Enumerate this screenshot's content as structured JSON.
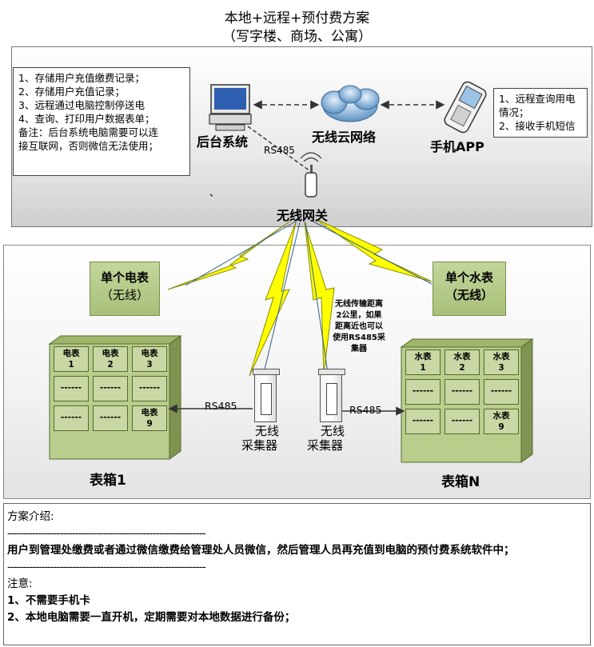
{
  "title": {
    "line1": "本地+远程+预付费方案",
    "line2": "（写字楼、商场、公寓）"
  },
  "top_panel": {
    "backend_notes": [
      "1、存储用户充值缴费记录；",
      "2、存储用户充值记录；",
      "3、远程通过电脑控制停送电",
      "4、查询、打印用户数据表单；",
      "备注：后台系统电脑需要可以连",
      "接互联网，否则微信无法使用；"
    ],
    "backend_label": "后台系统",
    "cloud_label": "无线云网络",
    "phone_label": "手机APP",
    "phone_notes": [
      "1、远程查询用电",
      "情况；",
      "2、接收手机短信"
    ],
    "rs485_top": "RS485",
    "dot": "、",
    "gateway_label": "无线网关"
  },
  "middle_panel": {
    "single_electric": [
      "单个电表",
      "（无线）"
    ],
    "single_water": [
      "单个水表",
      "（无线）"
    ],
    "transmission_note": [
      "无线传输距离",
      "2公里，如果",
      "距离近也可以",
      "使用RS485采",
      "集器"
    ],
    "box1": {
      "label": "表箱1",
      "cells": [
        [
          "电表",
          "1"
        ],
        [
          "电表",
          "2"
        ],
        [
          "电表",
          "3"
        ],
        [
          "------",
          ""
        ],
        [
          "------",
          ""
        ],
        [
          "------",
          ""
        ],
        [
          "------",
          ""
        ],
        [
          "------",
          ""
        ],
        [
          "电表",
          "9"
        ]
      ]
    },
    "boxN": {
      "label": "表箱N",
      "cells": [
        [
          "水表",
          "1"
        ],
        [
          "水表",
          "2"
        ],
        [
          "水表",
          "3"
        ],
        [
          "------",
          ""
        ],
        [
          "------",
          ""
        ],
        [
          "------",
          ""
        ],
        [
          "------",
          ""
        ],
        [
          "------",
          ""
        ],
        [
          "水表",
          "9"
        ]
      ]
    },
    "collector_label": [
      "无线",
      "采集器"
    ],
    "rs485_left": "RS485",
    "rs485_right": "RS485"
  },
  "bottom_panel": {
    "heading": "方案介绍:",
    "separator": "----------------------------------------------------------------",
    "intro": "用户到管理处缴费或者通过微信缴费给管理处人员微信，然后管理人员再充值到电脑的预付费系统软件中；",
    "separator2": "----------------------------------------------------------------",
    "notice_heading": "注意:",
    "notice_1": "1、不需要手机卡",
    "notice_2": "2、本地电脑需要一直开机，定期需要对本地数据进行备份；"
  },
  "colors": {
    "lightning": "#ffff00",
    "lightning_stroke": "#8a8a00",
    "box_green": "#b9cd8c",
    "cell_green": "#c8d7a3"
  }
}
